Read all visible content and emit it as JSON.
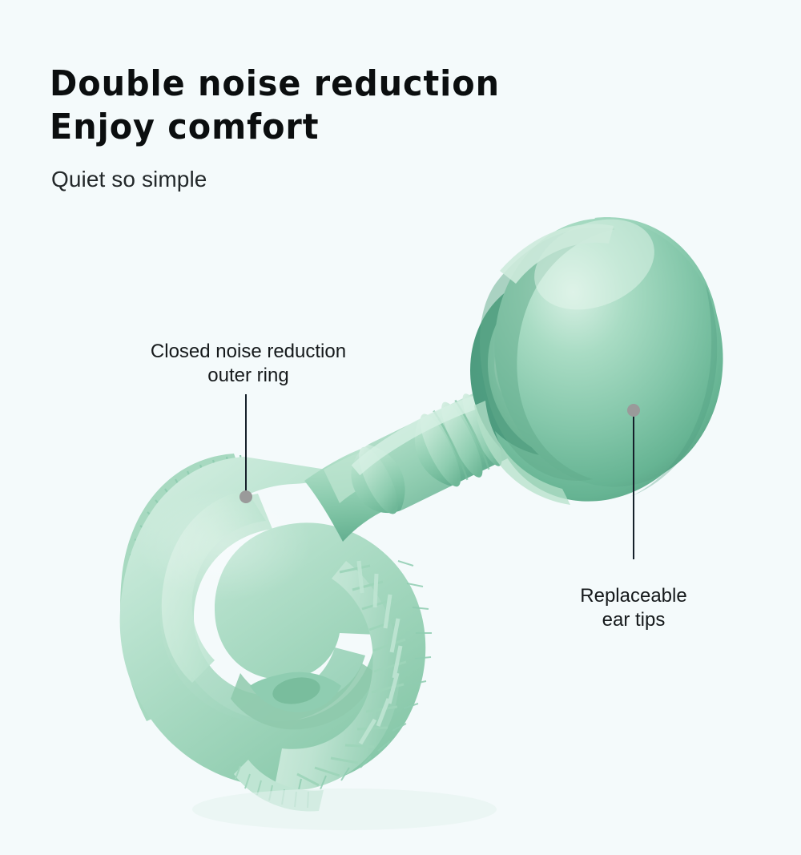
{
  "background_color": "#f4fafb",
  "headline": {
    "line1": "Double noise reduction",
    "line2": "Enjoy comfort",
    "color": "#0b0e0f"
  },
  "subtitle": {
    "text": "Quiet so simple",
    "color": "#23282a"
  },
  "annotations": {
    "left": {
      "line1": "Closed noise reduction",
      "line2": "outer ring",
      "dot_color": "#9a9a9a",
      "leader_color": "#15202a"
    },
    "right": {
      "line1": "Replaceable",
      "line2": "ear tips",
      "dot_color": "#9a9a9a",
      "leader_color": "#15202a"
    }
  },
  "product": {
    "name": "silicone-earbud-ear-hook",
    "palette": {
      "tip_dark": "#5fae8e",
      "tip_mid": "#83c6a9",
      "tip_light": "#a9dcc4",
      "tip_highlight": "#cdeadc",
      "cup_shadow": "#4d9c7f",
      "body_mid": "#8ecdb0",
      "body_light": "#b4e0cb",
      "ring_light": "#c4e6d4",
      "ring_mid": "#a6d8bf",
      "ring_shadow": "#7cc2a3"
    }
  }
}
